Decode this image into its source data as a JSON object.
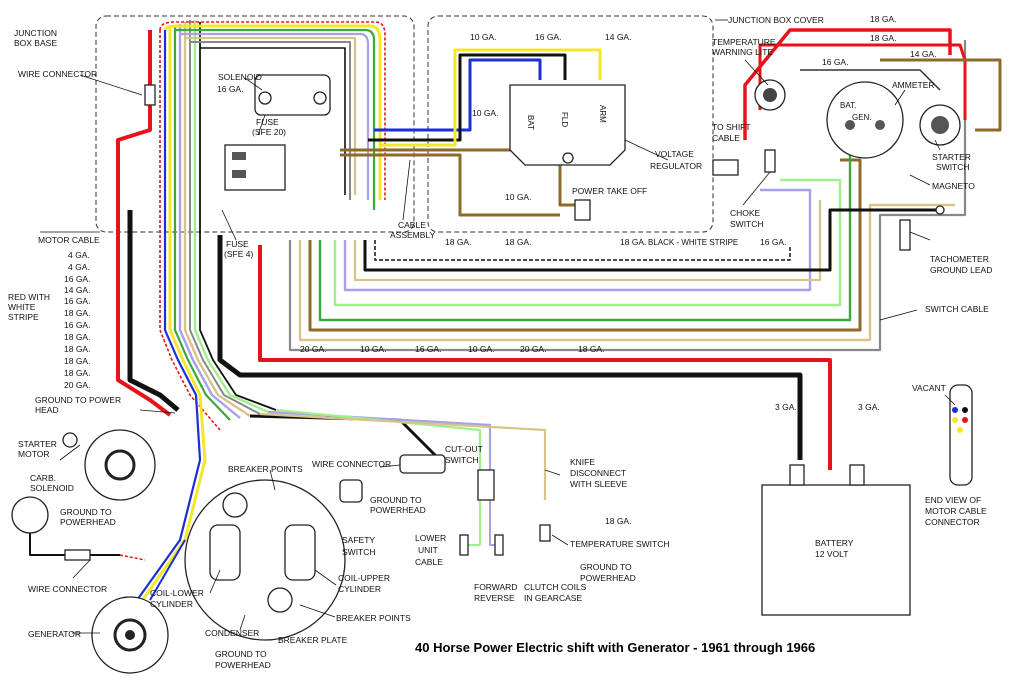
{
  "caption": "40 Horse Power  Electric shift with Generator  -  1961 through 1966",
  "labels": {
    "junction_box_base": [
      "JUNCTION",
      "BOX BASE"
    ],
    "junction_box_cover": "JUNCTION BOX COVER",
    "wire_connector_top": "WIRE CONNECTOR",
    "solenoid": "SOLENOID",
    "solenoid_gauge": "16 GA.",
    "fuse_sfe20": [
      "FUSE",
      "(SFE 20)"
    ],
    "fuse_sfe4": [
      "FUSE",
      "(SFE 4)"
    ],
    "cable_assembly": [
      "CABLE",
      "ASSEMBLY"
    ],
    "voltage_regulator": [
      "VOLTAGE",
      "REGULATOR"
    ],
    "regulator_terminals": [
      "BAT",
      "FLD",
      "ARM"
    ],
    "power_take_off": "POWER TAKE OFF",
    "temp_warning_lite": [
      "TEMPERATURE",
      "WARNING LITE"
    ],
    "ammeter": "AMMETER",
    "ammeter_terminals": [
      "BAT.",
      "GEN."
    ],
    "to_shift_cable": [
      "TO SHIFT",
      "CABLE"
    ],
    "starter_switch": [
      "STARTER",
      "SWITCH"
    ],
    "choke_switch": [
      "CHOKE",
      "SWITCH"
    ],
    "magneto": "MAGNETO",
    "tach_ground_lead": [
      "TACHOMETER",
      "GROUND LEAD"
    ],
    "switch_cable": "SWITCH CABLE",
    "black_white_stripe": "BLACK - WHITE STRIPE",
    "motor_cable": "MOTOR CABLE",
    "red_white_stripe": [
      "RED WITH",
      "WHITE",
      "STRIPE"
    ],
    "ground_to_power_head": [
      "GROUND TO POWER",
      "HEAD"
    ],
    "starter_motor": [
      "STARTER",
      "MOTOR"
    ],
    "carb_solenoid": [
      "CARB.",
      "SOLENOID"
    ],
    "ground_to_powerhead": [
      "GROUND TO",
      "POWERHEAD"
    ],
    "wire_connector_bottom": "WIRE CONNECTOR",
    "generator": "GENERATOR",
    "breaker_points": "BREAKER POINTS",
    "wire_connector_mid": "WIRE CONNECTOR",
    "cut_out_switch": [
      "CUT-OUT",
      "SWITCH"
    ],
    "safety_switch": [
      "SAFETY",
      "SWITCH"
    ],
    "coil_lower": [
      "COIL-LOWER",
      "CYLINDER"
    ],
    "coil_upper": [
      "COIL-UPPER",
      "CYLINDER"
    ],
    "condenser": "CONDENSER",
    "breaker_plate": "BREAKER PLATE",
    "knife_disconnect": [
      "KNIFE",
      "DISCONNECT",
      "WITH SLEEVE"
    ],
    "lower_unit_cable": [
      "LOWER",
      "UNIT",
      "CABLE"
    ],
    "forward": "FORWARD",
    "reverse": "REVERSE",
    "clutch_coils": [
      "CLUTCH COILS",
      "IN GEARCASE"
    ],
    "temperature_switch": "TEMPERATURE SWITCH",
    "battery": [
      "BATTERY",
      "12 VOLT"
    ],
    "vacant": "VACANT",
    "end_view": [
      "END VIEW OF",
      "MOTOR CABLE",
      "CONNECTOR"
    ]
  },
  "gauges": {
    "regulator_top": [
      "10 GA.",
      "16 GA.",
      "14 GA."
    ],
    "regulator_left": "10 GA.",
    "power_take_off": "10 GA.",
    "motor_cable_list": [
      "4 GA.",
      "4 GA.",
      "16 GA.",
      "14 GA.",
      "16 GA.",
      "18 GA.",
      "16 GA.",
      "18 GA.",
      "18 GA.",
      "18 GA.",
      "18 GA.",
      "20 GA."
    ],
    "cable_row": [
      "18 GA.",
      "18 GA.",
      "18 GA.",
      "16 GA."
    ],
    "switch_cable_row": [
      "20 GA.",
      "10 GA.",
      "16 GA.",
      "10 GA.",
      "20 GA.",
      "18 GA."
    ],
    "top_right": [
      "18 GA.",
      "18 GA.",
      "14 GA.",
      "16 GA."
    ],
    "battery_leads": [
      "3 GA.",
      "3 GA."
    ],
    "temp_switch": "18 GA."
  }
}
